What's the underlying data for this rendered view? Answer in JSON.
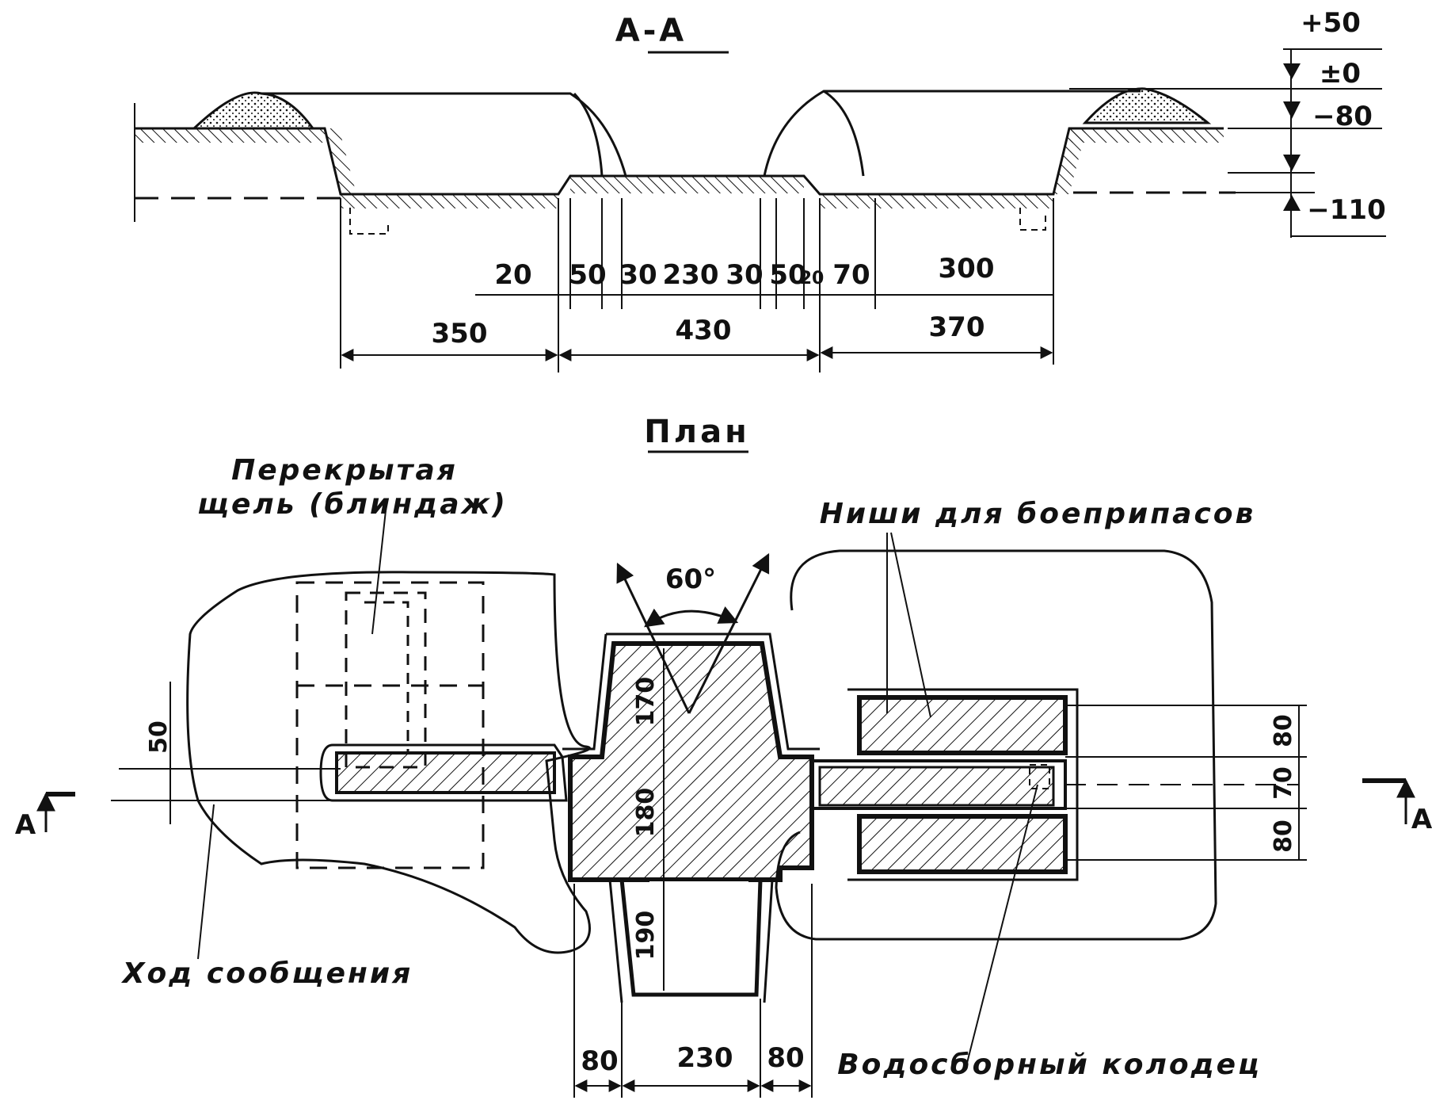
{
  "section": {
    "title": "А-А",
    "elevations": [
      "+50",
      "±0",
      "−80",
      "−110"
    ],
    "dims_top": [
      "20",
      "50",
      "30",
      "230",
      "30",
      "50",
      "20",
      "70",
      "300"
    ],
    "dims_bottom": [
      "350",
      "430",
      "370"
    ]
  },
  "plan": {
    "title": "План",
    "angle": "60°",
    "labels": {
      "covered_slit": [
        "Перекрытая",
        "щель (блиндаж)"
      ],
      "ammo_niches": "Ниши для боеприпасов",
      "comm_trench": "Ход сообщения",
      "sump": "Водосборный колодец"
    },
    "section_mark": "А",
    "dims_left": [
      "50"
    ],
    "dims_center": [
      "170",
      "180",
      "190"
    ],
    "dims_right": [
      "80",
      "70",
      "80"
    ],
    "dims_bottom": [
      "80",
      "230",
      "80"
    ]
  },
  "colors": {
    "ink": "#111111",
    "paper": "#ffffff"
  }
}
